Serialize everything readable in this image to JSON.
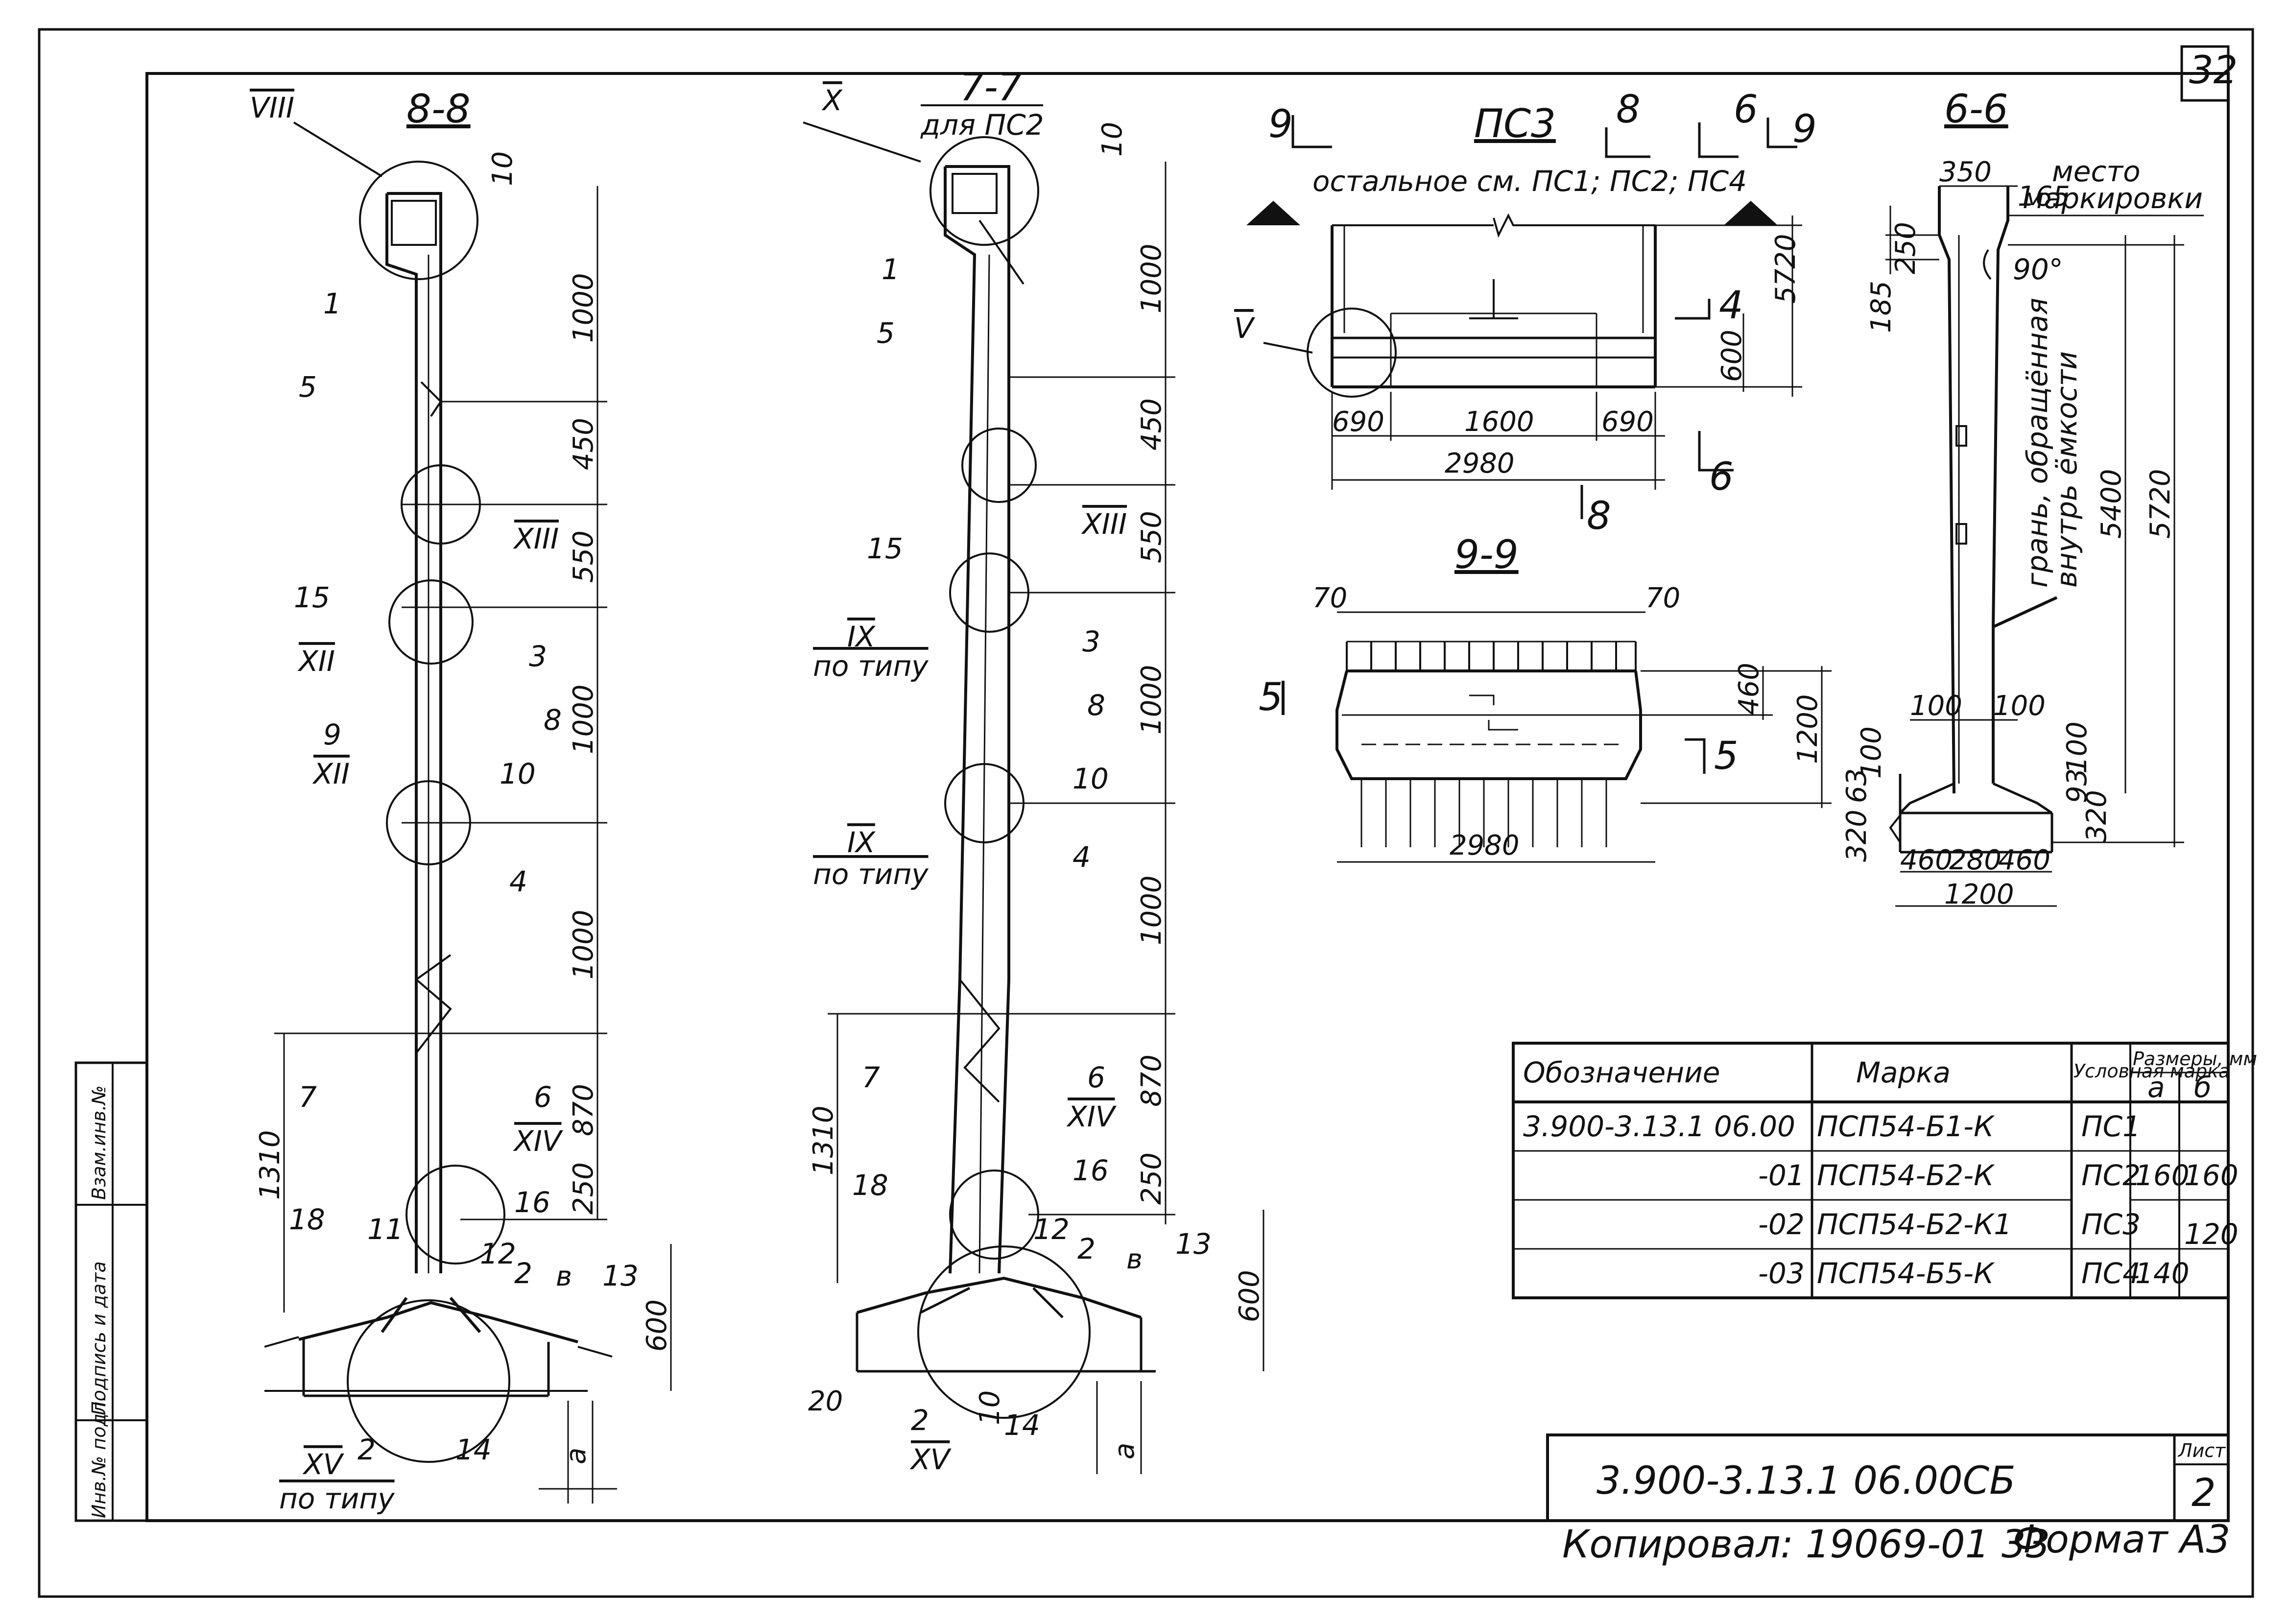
{
  "sheet_number": "32",
  "sections": {
    "s88": {
      "title": "8-8",
      "callout_top": "VIII"
    },
    "s77": {
      "title": "7-7",
      "subtitle": "для ПС2",
      "callout_top": "X"
    },
    "ps3": {
      "title": "ПС3",
      "note": "остальное см. ПС1; ПС2; ПС4",
      "mark_left": "9",
      "mark_8": "8",
      "mark_6": "6",
      "mark_9": "9"
    },
    "s99": {
      "title": "9-9",
      "mark_5": "5"
    },
    "s66": {
      "title": "6-6",
      "marking_place_1": "место",
      "marking_place_2": "маркировки",
      "angle": "90°",
      "face_note_1": "грань, обращённая",
      "face_note_2": "внутрь ёмкости"
    }
  },
  "dims": {
    "d10": "10",
    "d1000": "1000",
    "d450": "450",
    "d550": "550",
    "d870": "870",
    "d250": "250",
    "d1310": "1310",
    "d600": "600",
    "b": "в",
    "a": "а",
    "d20": "20",
    "d5720": "5720",
    "d690": "690",
    "d1600": "1600",
    "d2980": "2980",
    "d70": "70",
    "d460": "460",
    "d1200": "1200",
    "d350": "350",
    "d165": "165",
    "d185": "185",
    "d5400": "5400",
    "d100": "100",
    "d63": "63",
    "d320": "320",
    "d280": "280",
    "d93": "93"
  },
  "callouts": {
    "n1": "1",
    "n2": "2",
    "n3": "3",
    "n4": "4",
    "n5": "5",
    "n6": "6",
    "n7": "7",
    "n8": "8",
    "n9": "9",
    "n10": "10",
    "n11": "11",
    "n12": "12",
    "n13": "13",
    "n14": "14",
    "n15": "15",
    "n16": "16",
    "n18": "18",
    "rV": "V",
    "rIX": "IX",
    "rXII": "XII",
    "rXIII": "XIII",
    "rXIV": "XIV",
    "rXV": "XV",
    "po_tipu": "по типу"
  },
  "spec_table": {
    "headers": [
      "Обозначение",
      "Марка",
      "Условная марка",
      "Размеры, мм"
    ],
    "sub_headers": [
      "а",
      "б"
    ],
    "rows": [
      {
        "designation": "3.900-3.13.1  06.00",
        "mark": "ПСП54-Б1-К",
        "cond": "ПС1"
      },
      {
        "designation": "-01",
        "mark": "ПСП54-Б2-К",
        "cond": "ПС2"
      },
      {
        "designation": "-02",
        "mark": "ПСП54-Б2-К1",
        "cond": "ПС3"
      },
      {
        "designation": "-03",
        "mark": "ПСП54-Б5-К",
        "cond": "ПС4"
      }
    ],
    "a_vals": [
      "160",
      "140"
    ],
    "b_vals": [
      "160",
      "120"
    ]
  },
  "title_block": {
    "code": "3.900-3.13.1  06.00СБ",
    "sheet_label": "Лист",
    "sheet": "2"
  },
  "side_stamp": [
    "Инв.№ подл.",
    "Подпись и дата",
    "Взам.инв.№"
  ],
  "footer": {
    "copied": "Копировал:  19069-01  33",
    "format": "Формат А3"
  }
}
